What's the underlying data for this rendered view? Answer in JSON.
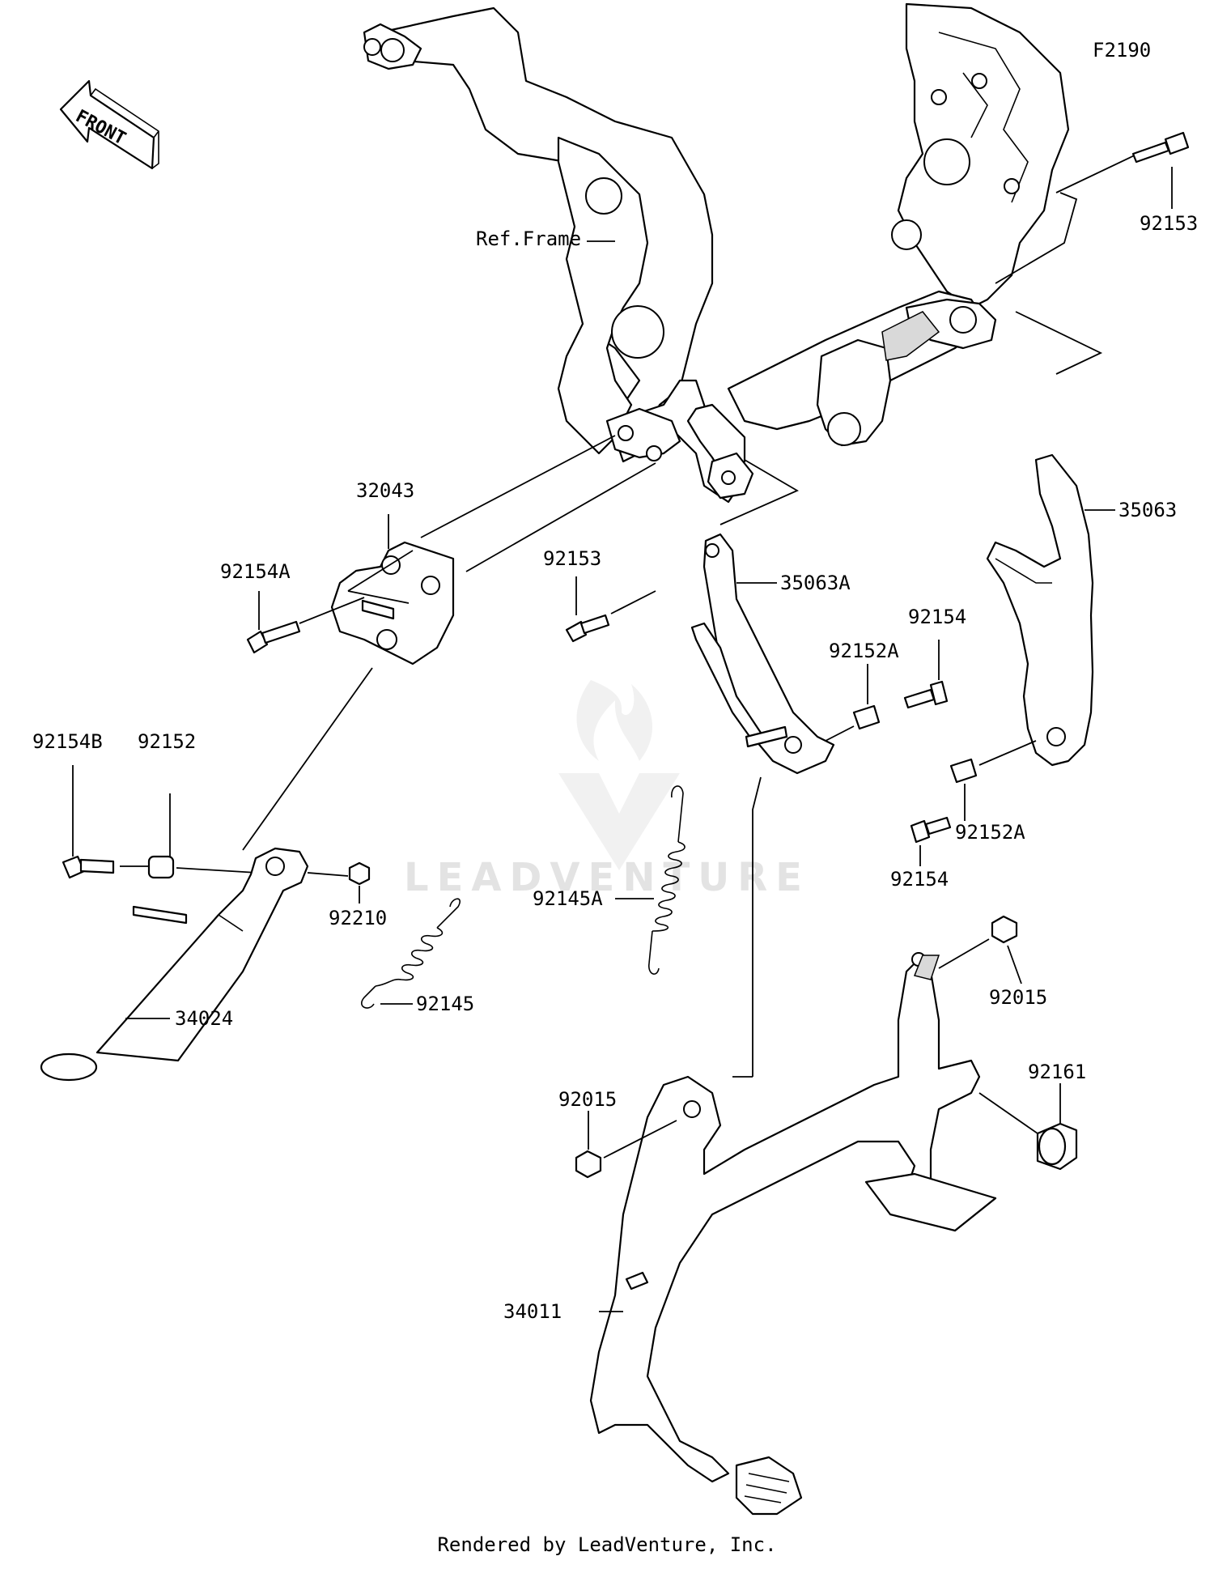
{
  "diagram": {
    "figure_id": "F2190",
    "front_label": "FRONT",
    "ref_frame_label": "Ref.Frame",
    "watermark": "LEADVENTURE",
    "footer": "Rendered by LeadVenture, Inc.",
    "callouts": [
      "92153",
      "32043",
      "92154A",
      "92153",
      "35063",
      "35063A",
      "92154",
      "92152A",
      "92154B",
      "92152",
      "92210",
      "92154",
      "92152A",
      "92145A",
      "34024",
      "92145",
      "92015",
      "92161",
      "92015",
      "34011"
    ]
  }
}
